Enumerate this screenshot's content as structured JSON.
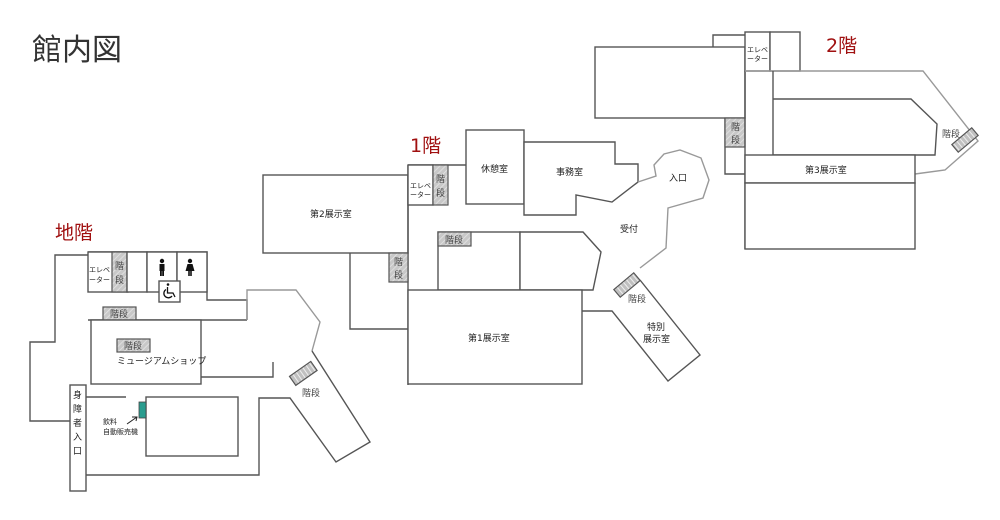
{
  "title": "館内図",
  "floors": {
    "basement": {
      "label": "地階",
      "rooms": {
        "elevator_line1": "エレベ",
        "elevator_line2": "ーター",
        "stairs_v1": "階",
        "stairs_v2": "段",
        "stairs_upper": "階段",
        "stairs_shop": "階段",
        "museum_shop": "ミュージアムショップ",
        "stairs_diag": "階段",
        "accessible_entrance": [
          "身",
          "障",
          "者",
          "入",
          "口"
        ],
        "vending_line1": "飲料",
        "vending_line2": "自動販売機",
        "restroom_male": "male-restroom",
        "restroom_female": "female-restroom",
        "restroom_accessible": "accessible-restroom"
      }
    },
    "first": {
      "label": "1階",
      "rooms": {
        "elevator_line1": "エレベ",
        "elevator_line2": "ーター",
        "stairs_v1": "階",
        "stairs_v2": "段",
        "lounge": "休憩室",
        "office": "事務室",
        "entrance": "入口",
        "reception": "受付",
        "gallery2": "第2展示室",
        "gallery1": "第1展示室",
        "stairs_inner": "階段",
        "stairs_left_v1": "階",
        "stairs_left_v2": "段",
        "stairs_special": "階段",
        "special_line1": "特別",
        "special_line2": "展示室"
      }
    },
    "second": {
      "label": "2階",
      "rooms": {
        "elevator_line1": "エレベ",
        "elevator_line2": "ーター",
        "stairs_v1": "階",
        "stairs_v2": "段",
        "gallery3": "第3展示室",
        "stairs_diag": "階段"
      }
    }
  },
  "colors": {
    "floor_label": "#a01010",
    "wall": "#555555",
    "vending": "#2a9d8f"
  }
}
